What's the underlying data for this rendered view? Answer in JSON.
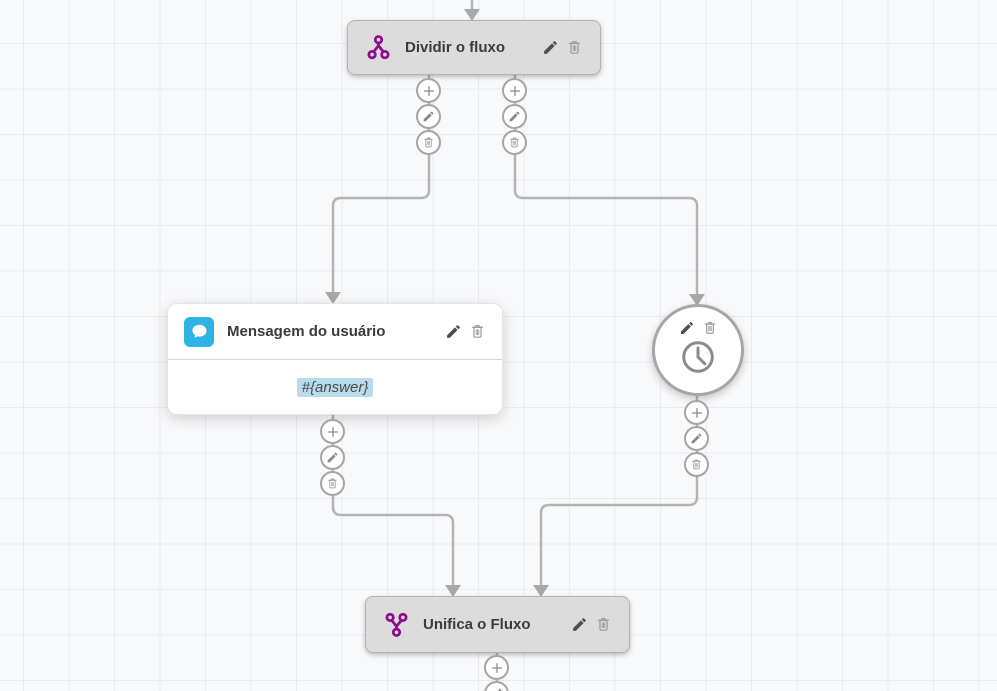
{
  "colors": {
    "accent_purple": "#8e0b8e",
    "accent_cyan": "#2eb3e4",
    "variable_highlight": "#b8dcec",
    "connector_gray": "#b3b3b3",
    "node_gray": "#dcdcdc"
  },
  "nodes": {
    "split": {
      "title": "Dividir o fluxo",
      "icon": "split-flow-icon"
    },
    "message": {
      "title": "Mensagem do usuário",
      "variable": "#{answer}",
      "icon": "chat-bubble-icon"
    },
    "timer": {
      "icon": "clock-icon"
    },
    "merge": {
      "title": "Unifica o Fluxo",
      "icon": "merge-flow-icon"
    }
  },
  "actions": {
    "add": "plus-icon",
    "edit": "pencil-icon",
    "delete": "trash-icon"
  }
}
